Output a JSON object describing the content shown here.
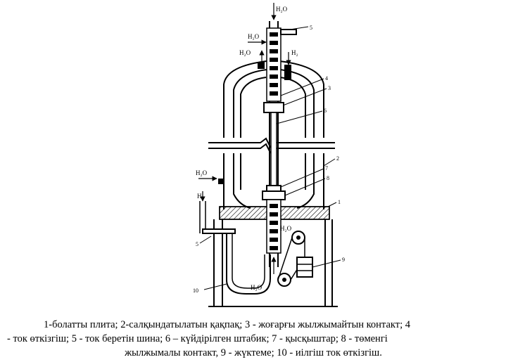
{
  "labels": {
    "h2o_top": "H₂O",
    "h2o_in_left": "H₂O",
    "h2o_out": "H₂O",
    "h2_top": "H₂",
    "h2o_side": "H₂O",
    "h2_side": "H₂",
    "h2o_lower": "H₂O",
    "h2o_bottom": "H₂O",
    "n1": "1",
    "n2": "2",
    "n3": "3",
    "n4": "4",
    "n5_top": "5",
    "n5_left": "5",
    "n6": "6",
    "n7": "7",
    "n8": "8",
    "n9": "9",
    "n10": "10"
  },
  "caption": {
    "line1": "1-болатты плита; 2-салқындатылатын қақпақ; 3 - жоғарғы жылжымайтын контакт; 4",
    "line2": "- ток өткізгіш; 5 - ток беретін шина; 6 – күйдірілген штабик; 7 - қысқыштар; 8 - төменгі",
    "line3": "жылжымалы контакт, 9 - жүктеме; 10 - иілгіш ток өткізгіш."
  }
}
